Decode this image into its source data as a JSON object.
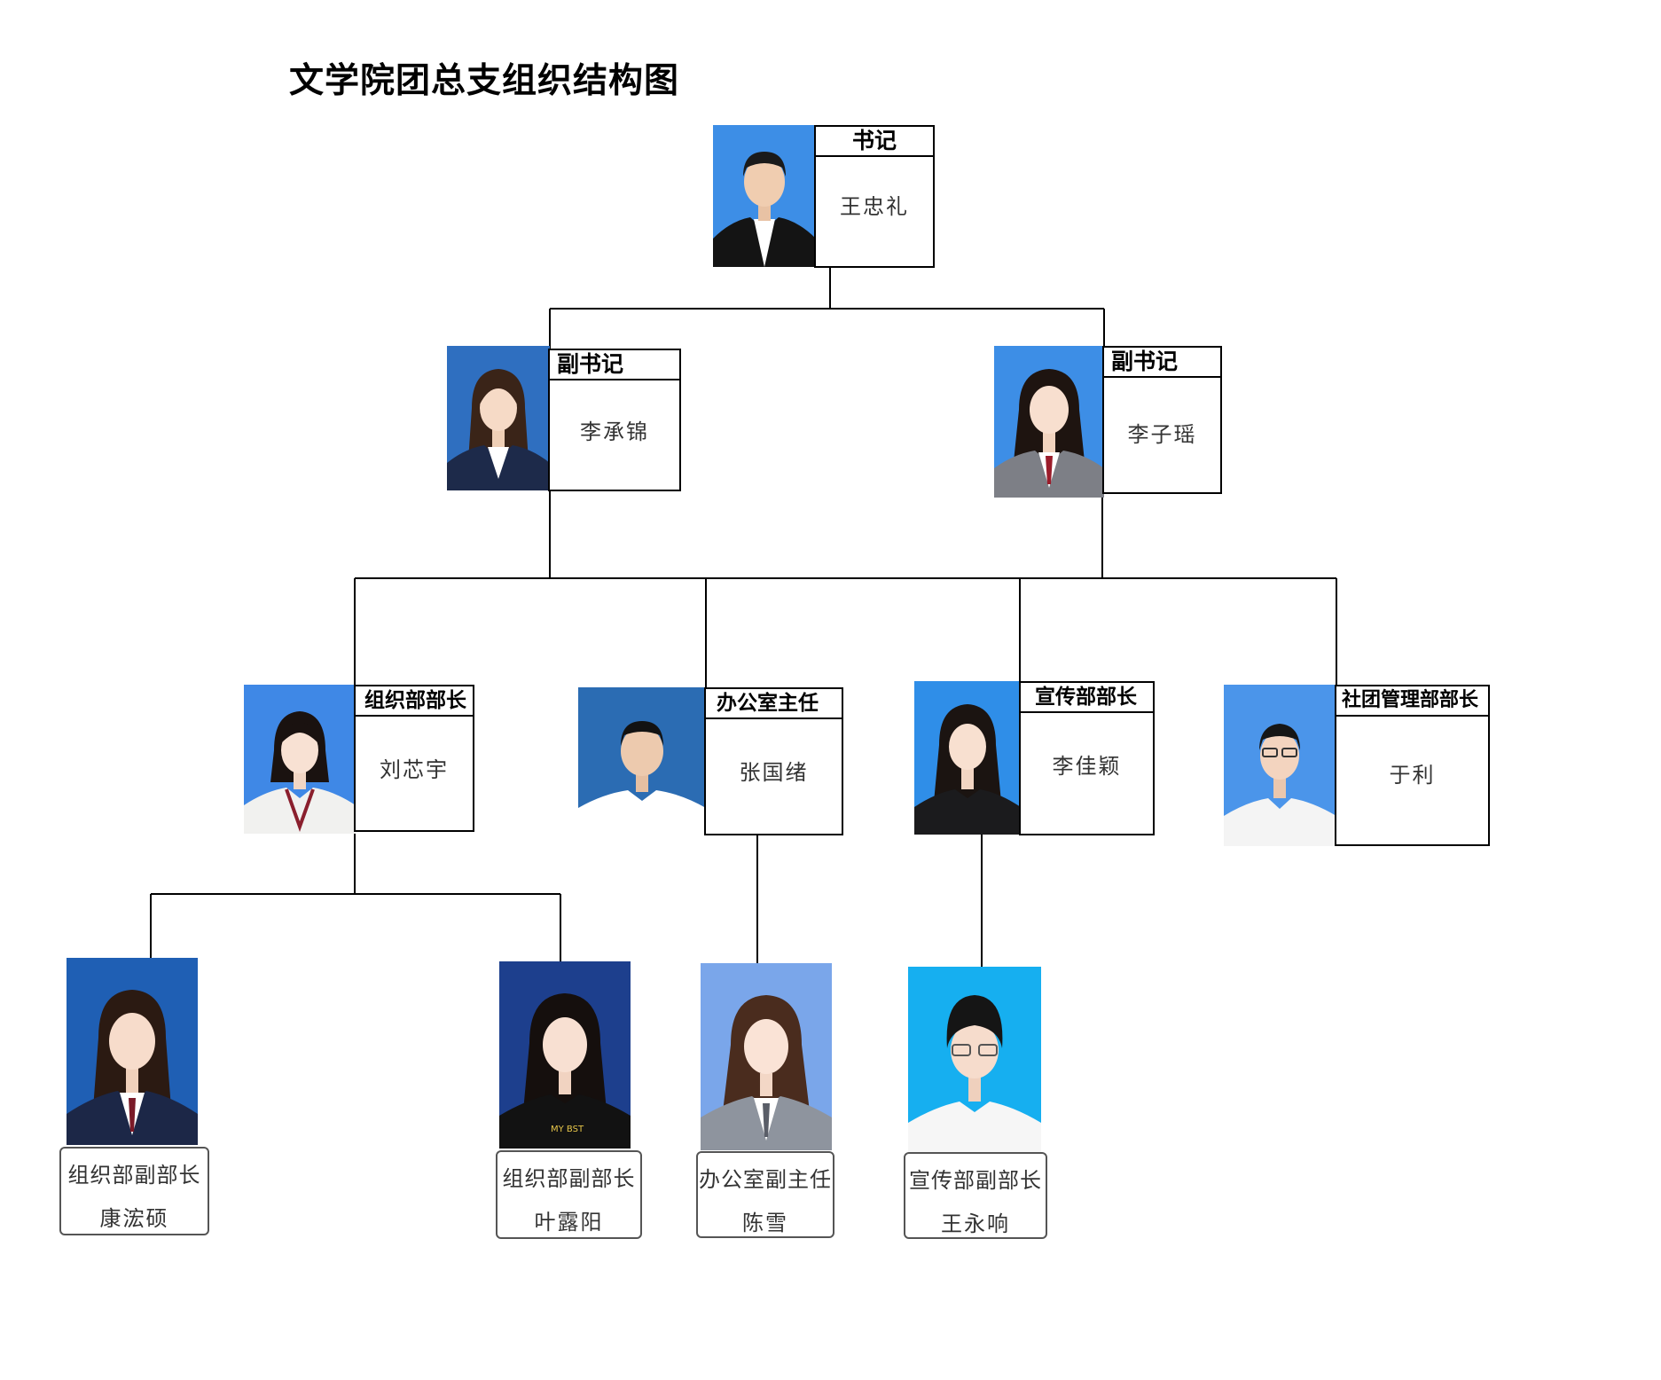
{
  "title": "文学院团总支组织结构图",
  "colors": {
    "photo_bg_blue": "#3d8ee6",
    "photo_bg_deep": "#1e4fa0",
    "photo_bg_light": "#7aa6ea",
    "photo_bg_cyan": "#16aff0",
    "line": "#000000"
  },
  "secretary": {
    "role": "书记",
    "name": "王忠礼"
  },
  "deputies": [
    {
      "role": "副书记",
      "name": "李承锦"
    },
    {
      "role": "副书记",
      "name": "李子瑶"
    }
  ],
  "ministers": [
    {
      "role": "组织部部长",
      "name": "刘芯宇"
    },
    {
      "role": "办公室主任",
      "name": "张国绪"
    },
    {
      "role": "宣传部部长",
      "name": "李佳颖"
    },
    {
      "role": "社团管理部部长",
      "name": "于利"
    }
  ],
  "vice": [
    {
      "role": "组织部副部长",
      "name": "康浤硕"
    },
    {
      "role": "组织部副部长",
      "name": "叶露阳"
    },
    {
      "role": "办公室副主任",
      "name": "陈雪"
    },
    {
      "role": "宣传部副部长",
      "name": "王永响"
    }
  ]
}
